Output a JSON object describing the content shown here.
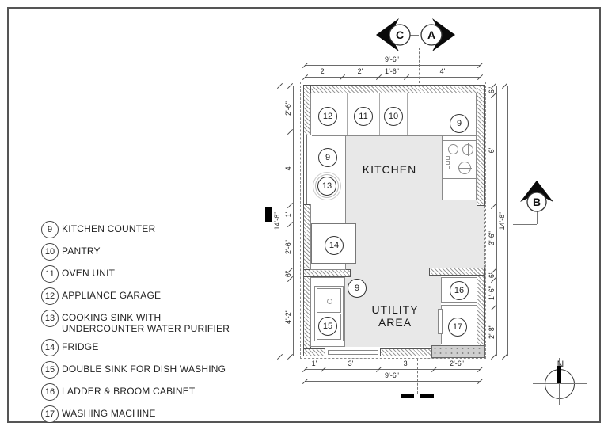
{
  "legend": {
    "items": [
      {
        "num": "9",
        "label": "KITCHEN COUNTER"
      },
      {
        "num": "10",
        "label": "PANTRY"
      },
      {
        "num": "11",
        "label": "OVEN UNIT"
      },
      {
        "num": "12",
        "label": "APPLIANCE GARAGE"
      },
      {
        "num": "13",
        "label": "COOKING SINK WITH UNDERCOUNTER WATER PURIFIER"
      },
      {
        "num": "14",
        "label": "FRIDGE"
      },
      {
        "num": "15",
        "label": "DOUBLE SINK FOR DISH WASHING"
      },
      {
        "num": "16",
        "label": "LADDER & BROOM CABINET"
      },
      {
        "num": "17",
        "label": "WASHING MACHINE"
      }
    ]
  },
  "rooms": {
    "kitchen": "KITCHEN",
    "utility": "UTILITY\nAREA"
  },
  "callouts": {
    "appliance_garage": "12",
    "oven_unit": "11",
    "pantry": "10",
    "counter_top_right": "9",
    "counter_left": "9",
    "cooking_sink": "13",
    "fridge": "14",
    "counter_bottom": "9",
    "double_sink": "15",
    "ladder_broom": "16",
    "washing_machine": "17"
  },
  "dimensions": {
    "top": {
      "overall": "9'-6\"",
      "segments": [
        "2'",
        "2'",
        "1'-6\"",
        "4'"
      ]
    },
    "bottom": {
      "overall": "9'-6\"",
      "segments": [
        "1'",
        "3'",
        "3'",
        "2'-6\""
      ]
    },
    "left": {
      "overall": "14'-8\"",
      "segments": [
        "2'-6\"",
        "4'",
        "1'",
        "2'-6\"",
        "6\"",
        "4'-2\""
      ]
    },
    "right": {
      "overall": "14'-8\"",
      "segments": [
        "6\"",
        "6'",
        "3'-6\"",
        "6\"",
        "1'-6\"",
        "2'-8\""
      ]
    }
  },
  "markers": {
    "section_c": "C",
    "section_a": "A",
    "section_b": "B",
    "north": "N"
  },
  "colors": {
    "floor": "#e8e8e8",
    "wall_hatch": "#9a9a9a",
    "line": "#444444",
    "concrete": "#cfcfcf"
  }
}
